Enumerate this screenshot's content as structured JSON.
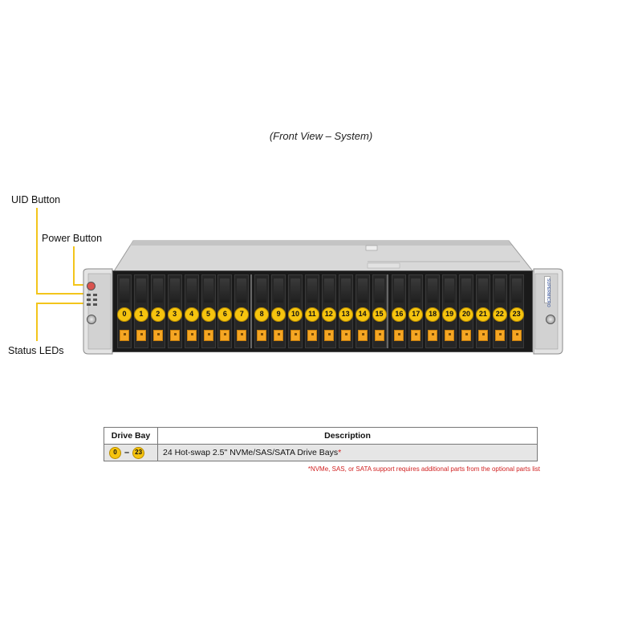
{
  "caption": "(Front View – System)",
  "callouts": {
    "uid_button": "UID Button",
    "power_button": "Power Button",
    "status_leds": "Status LEDs"
  },
  "bays": [
    "0",
    "1",
    "2",
    "3",
    "4",
    "5",
    "6",
    "7",
    "8",
    "9",
    "10",
    "11",
    "12",
    "13",
    "14",
    "15",
    "16",
    "17",
    "18",
    "19",
    "20",
    "21",
    "22",
    "23"
  ],
  "brand_vertical": "SUPERMICRO",
  "table": {
    "headers": [
      "Drive Bay",
      "Description"
    ],
    "rows": [
      {
        "range_start": "0",
        "range_sep": "–",
        "range_end": "23",
        "description": "24 Hot-swap 2.5\" NVMe/SAS/SATA Drive Bays",
        "asterisk": "*"
      }
    ]
  },
  "footnote": "*NVMe, SAS, or SATA support requires additional parts from the optional parts list",
  "colors": {
    "badge": "#f6c40f",
    "tab": "#f5a623",
    "leader": "#f3c51b",
    "footnote": "#d02020"
  }
}
